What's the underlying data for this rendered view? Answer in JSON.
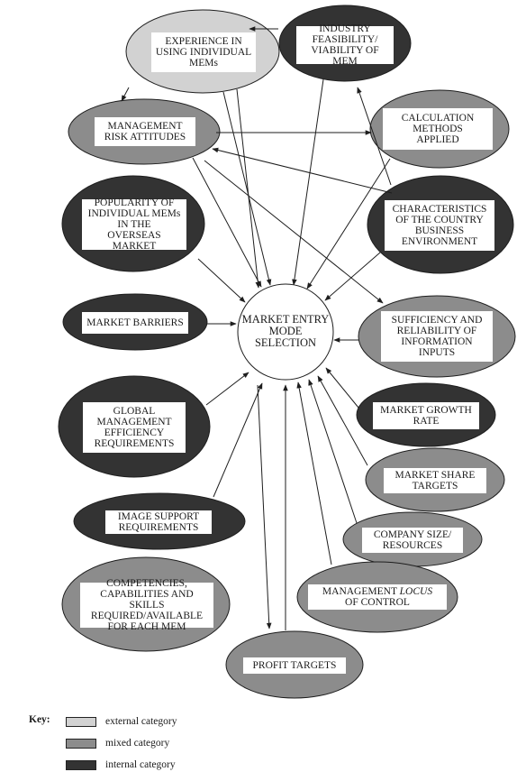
{
  "center": {
    "lines": [
      "MARKET ENTRY",
      "MODE",
      "SELECTION"
    ]
  },
  "colors": {
    "external": "#d2d2d2",
    "mixed": "#8c8c8c",
    "internal": "#333333",
    "stroke": "#1e1e1e"
  },
  "factors": [
    {
      "id": "experience",
      "category": "external",
      "lines": [
        "EXPERIENCE IN",
        "USING INDIVIDUAL",
        "MEMs"
      ]
    },
    {
      "id": "industry",
      "category": "internal",
      "lines": [
        "INDUSTRY",
        "FEASIBILITY/",
        "VIABILITY OF MEM"
      ]
    },
    {
      "id": "risk",
      "category": "mixed",
      "lines": [
        "MANAGEMENT",
        "RISK ATTITUDES"
      ]
    },
    {
      "id": "calculation",
      "category": "mixed",
      "lines": [
        "CALCULATION",
        "METHODS",
        "APPLIED"
      ]
    },
    {
      "id": "popularity",
      "category": "internal",
      "lines": [
        "POPULARITY OF",
        "INDIVIDUAL MEMs",
        "IN THE",
        "OVERSEAS MARKET"
      ]
    },
    {
      "id": "country",
      "category": "internal",
      "lines": [
        "CHARACTERISTICS",
        "OF THE COUNTRY",
        "BUSINESS",
        "ENVIRONMENT"
      ]
    },
    {
      "id": "barriers",
      "category": "internal",
      "lines": [
        "MARKET BARRIERS"
      ]
    },
    {
      "id": "information",
      "category": "mixed",
      "lines": [
        "SUFFICIENCY AND",
        "RELIABILITY OF",
        "INFORMATION",
        "INPUTS"
      ]
    },
    {
      "id": "global",
      "category": "internal",
      "lines": [
        "GLOBAL",
        "MANAGEMENT",
        "EFFICIENCY",
        "REQUIREMENTS"
      ]
    },
    {
      "id": "growth",
      "category": "internal",
      "lines": [
        "MARKET GROWTH",
        "RATE"
      ]
    },
    {
      "id": "share",
      "category": "mixed",
      "lines": [
        "MARKET SHARE",
        "TARGETS"
      ]
    },
    {
      "id": "image",
      "category": "internal",
      "lines": [
        "IMAGE SUPPORT",
        "REQUIREMENTS"
      ]
    },
    {
      "id": "company",
      "category": "mixed",
      "lines": [
        "COMPANY SIZE/",
        "RESOURCES"
      ]
    },
    {
      "id": "competencies",
      "category": "mixed",
      "lines": [
        "COMPETENCIES,",
        "CAPABILITIES AND SKILLS",
        "REQUIRED/AVAILABLE",
        "FOR EACH MEM"
      ]
    },
    {
      "id": "locus",
      "category": "mixed",
      "lines": [
        "MANAGEMENT LOCUS",
        "OF CONTROL"
      ]
    },
    {
      "id": "profit",
      "category": "mixed",
      "lines": [
        "PROFIT TARGETS"
      ]
    }
  ],
  "key": {
    "title": "Key:",
    "items": [
      {
        "category": "external",
        "label": "external category"
      },
      {
        "category": "mixed",
        "label": "mixed category"
      },
      {
        "category": "internal",
        "label": "internal category"
      }
    ]
  }
}
